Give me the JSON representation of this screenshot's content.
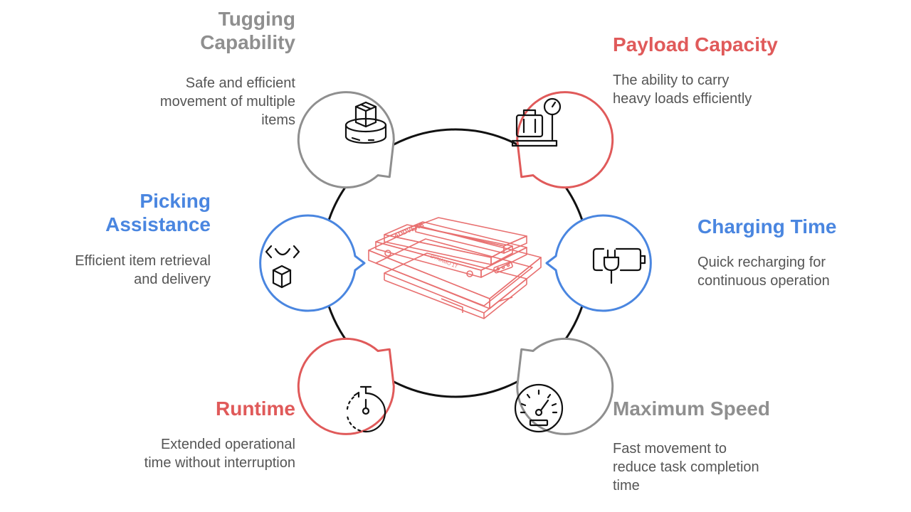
{
  "colors": {
    "red": "#E05A5A",
    "blue": "#4A86E0",
    "gray": "#8F8F8F",
    "ring": "#111111",
    "robot": "#E87070",
    "text": "#555555"
  },
  "center": {
    "robot_brand": "ADDVERB",
    "robot_model": "DYNAMO 1T"
  },
  "features": [
    {
      "id": "tugging",
      "title_line1": "Tugging",
      "title_line2": "Capability",
      "desc_line1": "Safe and efficient",
      "desc_line2": "movement of multiple",
      "desc_line3": "items",
      "color": "gray",
      "icon": "box-on-platform-icon"
    },
    {
      "id": "payload",
      "title_line1": "Payload Capacity",
      "desc_line1": "The ability to carry",
      "desc_line2": "heavy loads efficiently",
      "color": "red",
      "icon": "luggage-scale-icon"
    },
    {
      "id": "picking",
      "title_line1": "Picking",
      "title_line2": "Assistance",
      "desc_line1": "Efficient item retrieval",
      "desc_line2": "and delivery",
      "color": "blue",
      "icon": "hand-pick-box-icon"
    },
    {
      "id": "charging",
      "title_line1": "Charging Time",
      "desc_line1": "Quick recharging for",
      "desc_line2": "continuous operation",
      "color": "blue",
      "icon": "battery-plug-icon"
    },
    {
      "id": "runtime",
      "title_line1": "Runtime",
      "desc_line1": "Extended operational",
      "desc_line2": "time without interruption",
      "color": "red",
      "icon": "stopwatch-icon"
    },
    {
      "id": "speed",
      "title_line1": "Maximum Speed",
      "desc_line1": "Fast movement to",
      "desc_line2": "reduce task completion",
      "desc_line3": "time",
      "color": "gray",
      "icon": "speedometer-icon"
    }
  ]
}
